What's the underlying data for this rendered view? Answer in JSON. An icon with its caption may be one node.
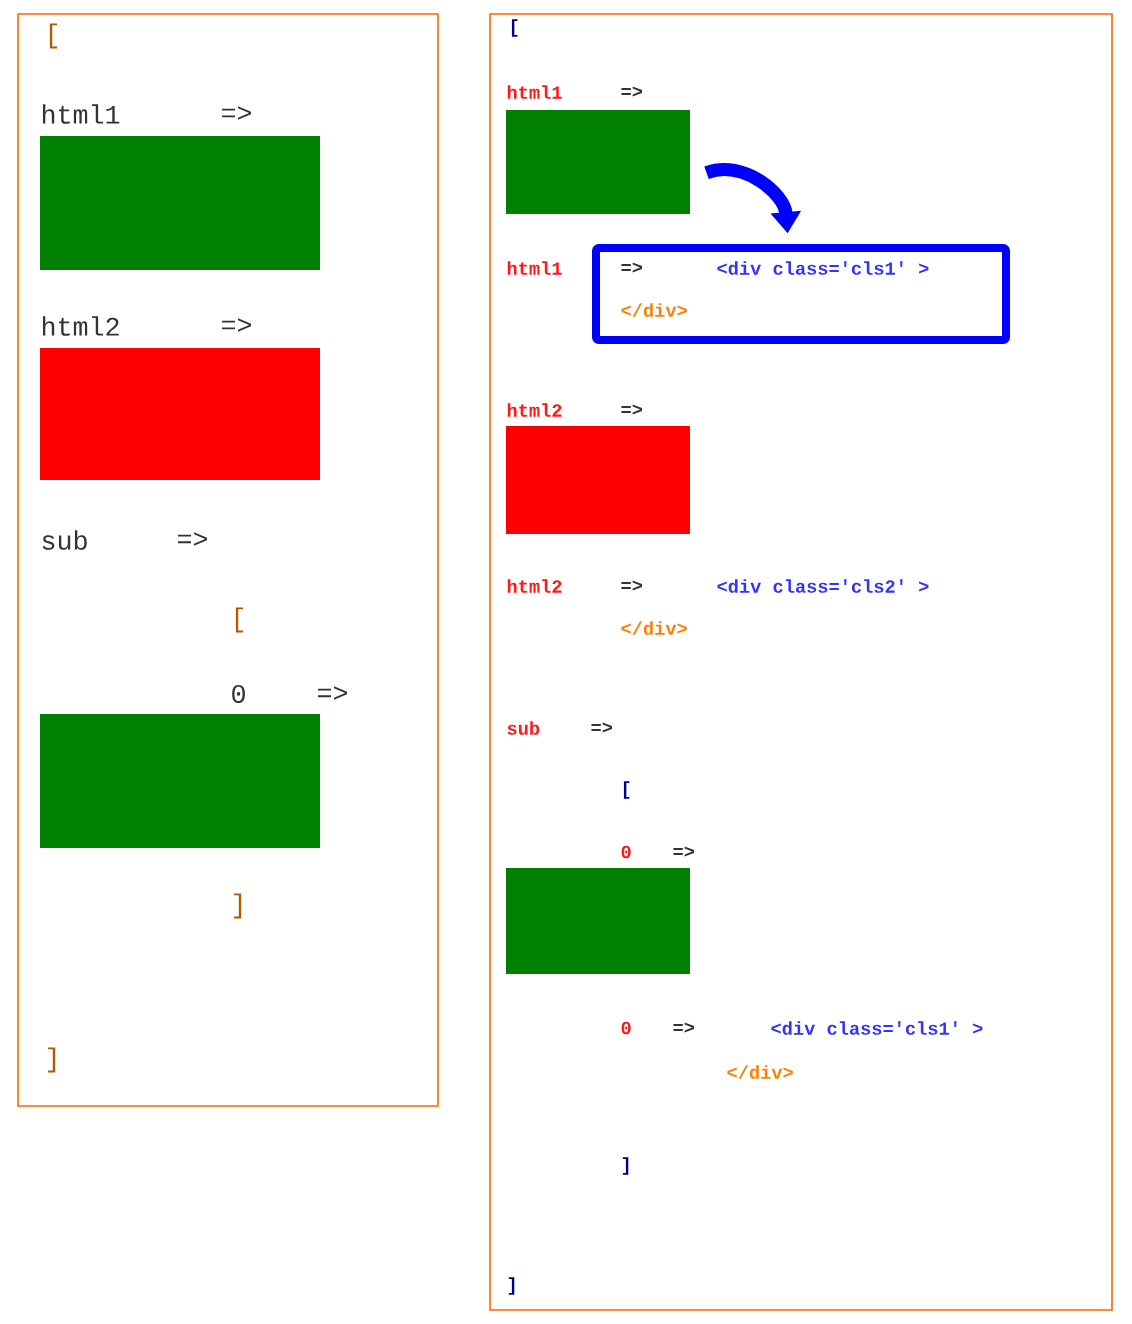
{
  "diagram": {
    "nodes": [
      {
        "text": [],
        "shape": "box"
      },
      {
        "text": [],
        "shape": "box",
        "in": 0,
        "beside": [
          "html1",
          "=>"
        ]
      },
      {
        "text": [],
        "shape": "box",
        "in": 0,
        "beside": [
          "html2",
          "=>"
        ]
      },
      {
        "text": [],
        "shape": "box",
        "in": 0,
        "beside": [
          "0",
          "=>"
        ]
      },
      {
        "text": [],
        "shape": "box"
      },
      {
        "text": [],
        "shape": "box",
        "in": 4,
        "beside": [
          "html1",
          "=>"
        ]
      },
      {
        "text": [
          "=>",
          "<div class='cls1' >",
          "</div>"
        ],
        "in": 4
      },
      {
        "text": [],
        "shape": "box",
        "in": 4,
        "beside": [
          "html2",
          "=>"
        ]
      },
      {
        "text": [],
        "shape": "box",
        "in": 4,
        "beside": [
          "0",
          "=>"
        ]
      }
    ],
    "edges": [
      {
        "from": 5,
        "to": 6,
        "arrow": "to",
        "color": "#0000ff"
      }
    ],
    "labels": [
      "[",
      "sub",
      "=>",
      "[",
      "]",
      "]",
      "[",
      "html1",
      "html2",
      "=>",
      "<div class='cls2' >",
      "</div>",
      "sub",
      "=>",
      "[",
      "0",
      "=>",
      "<div class='cls1' >",
      "</div>",
      "]",
      "]"
    ]
  }
}
